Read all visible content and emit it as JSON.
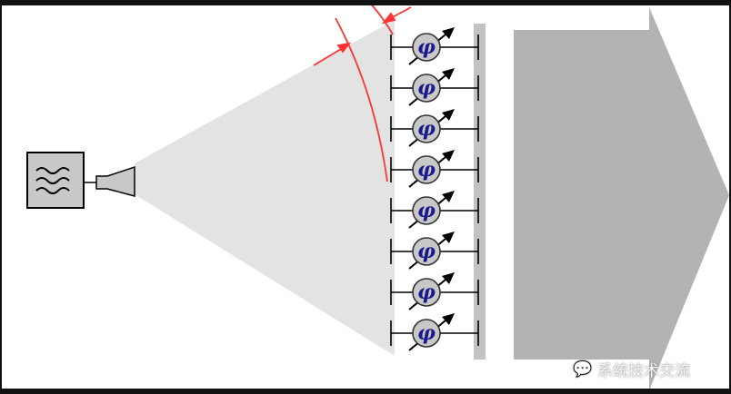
{
  "diagram": {
    "source_icon": "signal-source-icon",
    "horn_icon": "horn-antenna-icon",
    "phase_shifter_symbol": "φ",
    "phase_shifter_count": 8,
    "colors": {
      "beam": "#e3e3e3",
      "wavefront": "#ff3333",
      "arrow": "#b3b3b3",
      "shifter": "#c8c8c8"
    }
  },
  "watermark": {
    "text": "系统技术交流",
    "icon": "wechat-icon"
  }
}
